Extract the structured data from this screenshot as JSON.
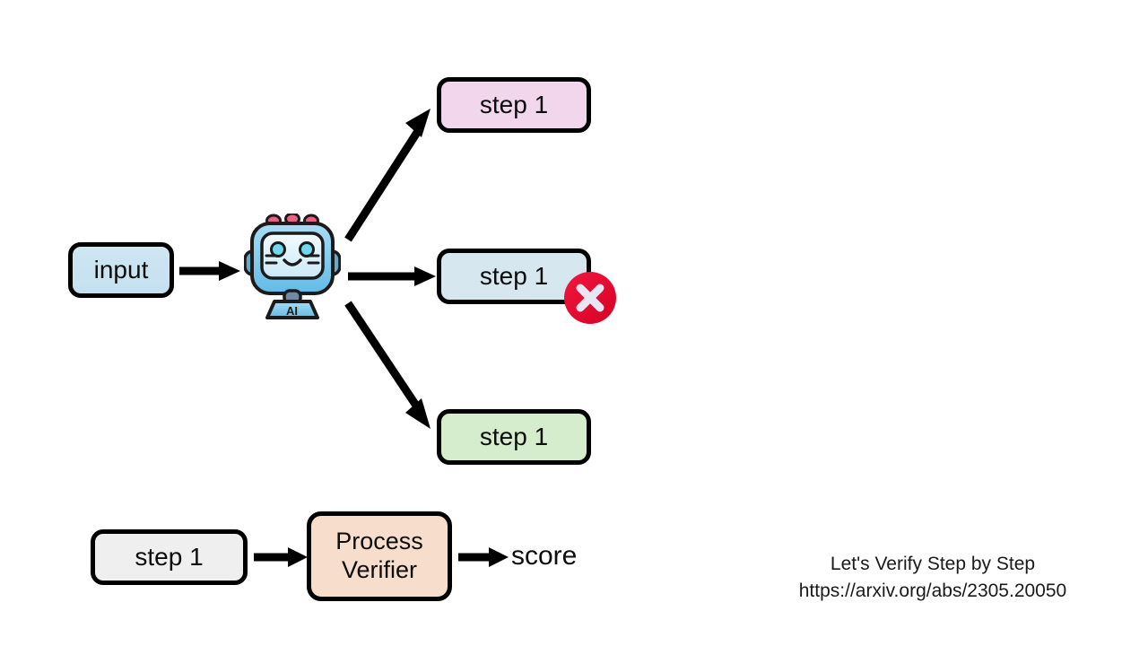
{
  "page": {
    "background_color": "#ffffff",
    "title": "Process Verifier step-scoring diagram"
  },
  "nodes": {
    "input": {
      "label": "input",
      "fill_color": "#c9e3f0",
      "border_color": "#000000"
    },
    "step_pink": {
      "label": "step 1",
      "fill_color": "#f2d7ec",
      "border_color": "#000000"
    },
    "step_blue": {
      "label": "step 1",
      "fill_color": "#d6e7f0",
      "border_color": "#000000"
    },
    "step_green": {
      "label": "step 1",
      "fill_color": "#d5edcc",
      "border_color": "#000000"
    },
    "step_gray": {
      "label": "step 1",
      "fill_color": "#efefef",
      "border_color": "#000000"
    },
    "process_verifier": {
      "label_line1": "Process",
      "label_line2": "Verifier",
      "fill_color": "#f7ddcb",
      "border_color": "#000000"
    },
    "score": {
      "label": "score"
    }
  },
  "icons": {
    "robot": {
      "name": "robot-ai-icon",
      "badge_text": "AI",
      "body_color": "#7fc6e8",
      "screen_color": "#dff1fa",
      "antenna_color": "#ef5f83"
    },
    "error_badge": {
      "name": "error-x-icon",
      "glyph": "✕",
      "circle_color": "#ee0a33",
      "mark_color": "#e6e6f0"
    }
  },
  "arrows": {
    "input_to_robot": {
      "name": "arrow-input-to-robot"
    },
    "robot_to_step_pink": {
      "name": "arrow-robot-to-step-pink"
    },
    "robot_to_step_blue": {
      "name": "arrow-robot-to-step-blue"
    },
    "robot_to_step_green": {
      "name": "arrow-robot-to-step-green"
    },
    "step_gray_to_verifier": {
      "name": "arrow-step-to-verifier"
    },
    "verifier_to_score": {
      "name": "arrow-verifier-to-score"
    }
  },
  "citation": {
    "paper_title": "Let's Verify Step by Step",
    "paper_url": "https://arxiv.org/abs/2305.20050"
  }
}
